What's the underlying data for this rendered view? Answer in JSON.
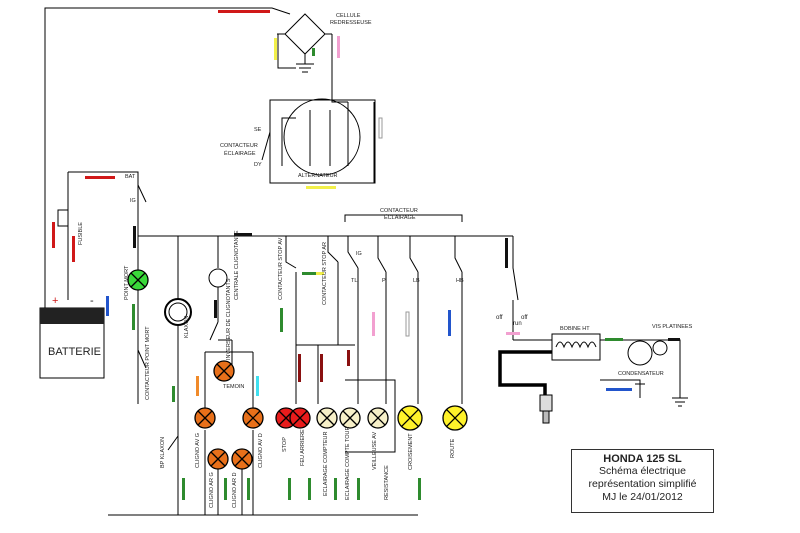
{
  "title_block": {
    "title": "HONDA 125 SL",
    "line1": "Schéma électrique",
    "line2": "représentation simplifié",
    "line3": "MJ le 24/01/2012"
  },
  "labels": {
    "cellule": "CELLULE",
    "redresseuse": "REDRESSEUSE",
    "se": "SE",
    "contacteur": "CONTACTEUR",
    "eclairage": "ÉCLAIRAGE",
    "dy": "DY",
    "alternateur": "ALTERNATEUR",
    "bat": "BAT",
    "ig": "IG",
    "fusible": "FUSIBLE",
    "contacteur_eclairage_top": "CONTACTEUR",
    "eclairage_top": "ÉCLAIRAGE",
    "tl": "TL",
    "p": "P",
    "lb": "LB",
    "hb": "HB",
    "ig2": "IG",
    "batterie": "BATTERIE",
    "plus": "+",
    "minus": "-",
    "point_mort": "POINT MORT",
    "contacteur_point_mort": "CONTACTEUR POINT MORT",
    "klaxon": "KLAXON",
    "bp_klaxon": "BP KLAXON",
    "inverseur": "INVERSEUR DE CLIGNOTANTS",
    "centrale": "CENTRALE CLIGNOTANTE",
    "temoin": "TEMOIN",
    "contacteur_stop_av": "CONTACTEUR STOP AV",
    "contacteur_stop_ar": "CONTACTEUR STOP AR",
    "cligno_av_g": "CLIGNO AV G",
    "cligno_ar_g": "CLIGNO AR G",
    "cligno_ar_d": "CLIGNO AR D",
    "cligno_av_d": "CLIGNO AV D",
    "stop": "STOP",
    "feu_arriere": "FEU ARRIERE",
    "eclairage_compteur": "ECLAIRAGE COMPTEUR",
    "eclairage_compte_tour": "ECLAIRAGE COMPTE TOUR",
    "veilleuse_av": "VEILLEUSE AV",
    "resistance": "RESISTANCE",
    "croisement": "CROISEMENT",
    "route": "ROUTE",
    "off1": "off",
    "off2": "off",
    "run": "run",
    "bobine_ht": "BOBINE HT",
    "vis_platinees": "VIS PLATINEES",
    "condensateur": "CONDENSATEUR"
  },
  "colors": {
    "wire": "#000000",
    "lamp_orange": "#e8701a",
    "lamp_red": "#e81c1c",
    "lamp_cream": "#f7f0c8",
    "lamp_yellow": "#fff22a",
    "lamp_green": "#3ad83a",
    "tag_red": "#d01818",
    "tag_darkred": "#8a1010",
    "tag_green": "#2e8b2e",
    "tag_yellow": "#f2f04a",
    "tag_pink": "#f2a0d0",
    "tag_blue": "#2255cc",
    "tag_orange": "#f08a2a",
    "tag_cyan": "#40e0f0",
    "tag_black": "#111111",
    "tag_white": "#ffffff"
  }
}
